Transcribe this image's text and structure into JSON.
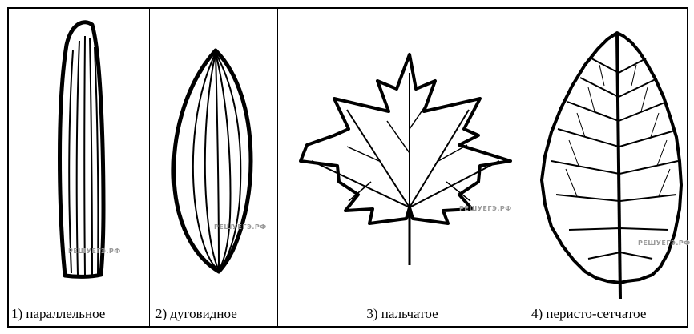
{
  "captions": [
    "1) параллельное",
    "2) дуговидное",
    "3) пальчатое",
    "4) перисто-сетчатое"
  ],
  "watermark": "РЕШУЕГЭ.РФ",
  "icons": [
    "parallel-vein-leaf",
    "arcuate-vein-leaf",
    "palmate-vein-leaf",
    "pinnate-net-vein-leaf"
  ]
}
